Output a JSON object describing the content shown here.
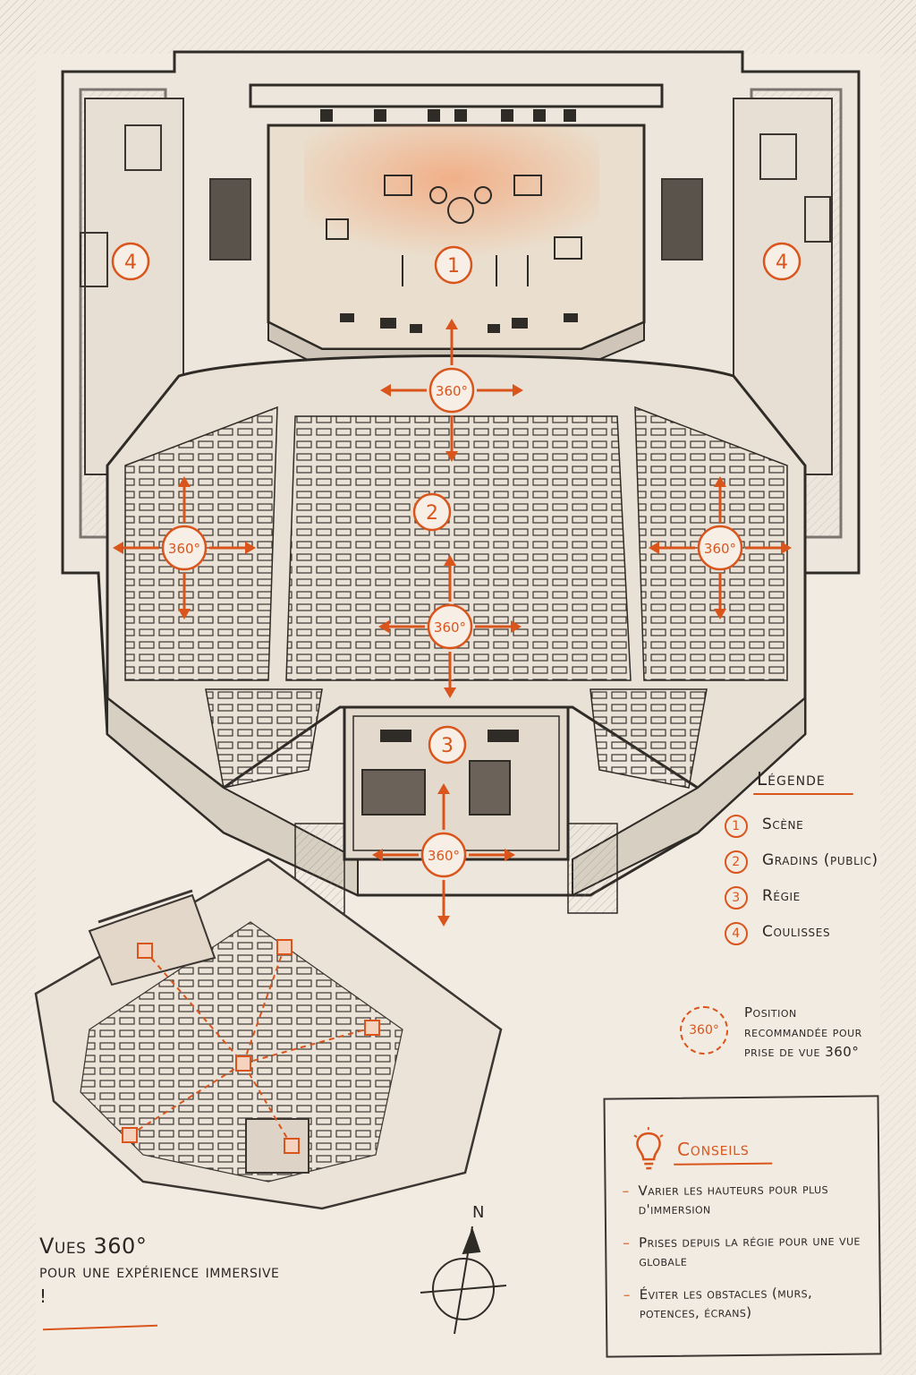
{
  "plan_markers": [
    {
      "number": "1",
      "ref": "scene"
    },
    {
      "number": "2",
      "ref": "gradins"
    },
    {
      "number": "3",
      "ref": "regie"
    },
    {
      "number": "4",
      "ref": "coulisses"
    },
    {
      "number": "4",
      "ref": "coulisses"
    }
  ],
  "view_marker_label": "360°",
  "view_marker_count": 5,
  "legend": {
    "title": "Légende",
    "items": [
      {
        "number": "1",
        "label": "Scène"
      },
      {
        "number": "2",
        "label": "Gradins (public)"
      },
      {
        "number": "3",
        "label": "Régie"
      },
      {
        "number": "4",
        "label": "Coulisses"
      }
    ],
    "view_icon_label": "360°",
    "view_icon_text": "Position recommandée pour prise de vue 360°"
  },
  "tips": {
    "title": "Conseils",
    "items": [
      "Varier les hauteurs pour plus d'immersion",
      "Prises depuis la régie pour une vue globale",
      "Éviter les obstacles (murs, potences, écrans)"
    ]
  },
  "caption": {
    "line1": "Vues 360°",
    "line2": "pour une expérience immersive !"
  },
  "compass": {
    "north_label": "N"
  },
  "colors": {
    "accent": "#d9551c",
    "ink": "#2b2724",
    "paper": "#f1ebe2"
  }
}
